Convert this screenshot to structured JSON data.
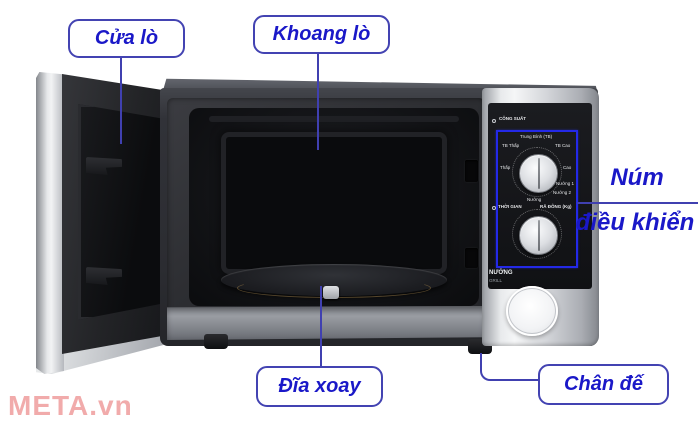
{
  "watermark": "META.vn",
  "callouts": {
    "door": "Cửa lò",
    "cavity": "Khoang lò",
    "knob_line1": "Núm",
    "knob_line2": "điều khiển",
    "turntable": "Đĩa xoay",
    "base": "Chân đế"
  },
  "control_panel": {
    "power_label": "CÔNG SUẤT",
    "knob1": {
      "top": "Trung Bình (TB)",
      "top_left": "TB Thấp",
      "top_right": "TB Cao",
      "left": "Thấp",
      "right": "Cao",
      "lower_right_1": "Nướng 1",
      "lower_right_2": "Nướng 2",
      "bottom": "Nướng"
    },
    "timer_label": "THỜI GIAN",
    "defrost_label": "RÃ ĐÔNG (Kg)",
    "grill_vi": "NƯỚNG",
    "grill_en": "GRILL"
  },
  "colors": {
    "callout_text": "#1a18c8",
    "callout_line": "#4040b0",
    "panel_outline": "#2429e8",
    "watermark": "#f0a3a3"
  }
}
